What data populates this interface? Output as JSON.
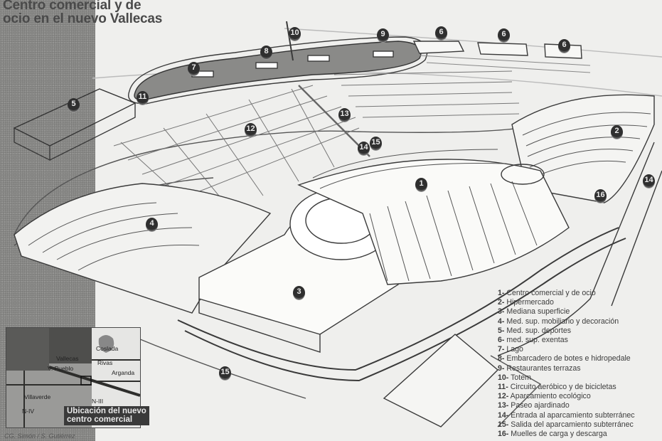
{
  "title": {
    "line1": "Centro comercial y de",
    "line2": "ocio en el nuevo Vallecas"
  },
  "colors": {
    "paper": "#efefed",
    "ink": "#3a3a3a",
    "marker": "#2f2f2f",
    "lake": "#8a8a88",
    "dark_strip": "#8c8c8a"
  },
  "markers": [
    {
      "label": "1",
      "building": "centro-comercial"
    },
    {
      "label": "2",
      "building": "hipermercado"
    },
    {
      "label": "3",
      "building": "mediana-superficie"
    },
    {
      "label": "4",
      "building": "mobiliario-decoracion"
    },
    {
      "label": "5",
      "building": "deportes"
    },
    {
      "label": "6",
      "building": "exentas-a"
    },
    {
      "label": "6",
      "building": "exentas-b"
    },
    {
      "label": "6",
      "building": "exentas-c"
    },
    {
      "label": "7",
      "building": "lago"
    },
    {
      "label": "8",
      "building": "embarcadero"
    },
    {
      "label": "9",
      "building": "restaurantes"
    },
    {
      "label": "10",
      "building": "totem"
    },
    {
      "label": "11",
      "building": "circuito"
    },
    {
      "label": "12",
      "building": "aparcamiento-ecologico"
    },
    {
      "label": "13",
      "building": "paseo"
    },
    {
      "label": "14",
      "building": "entrada-parking-a"
    },
    {
      "label": "15",
      "building": "salida-parking-a"
    },
    {
      "label": "14",
      "building": "entrada-parking-b"
    },
    {
      "label": "15",
      "building": "salida-parking-b"
    },
    {
      "label": "16",
      "building": "muelles"
    }
  ],
  "legend": [
    {
      "num": "1-",
      "text": "Centro comercial y de ocio"
    },
    {
      "num": "2-",
      "text": "Hipermercado"
    },
    {
      "num": "3-",
      "text": "Mediana superficie"
    },
    {
      "num": "4-",
      "text": "Med. sup. mobiliario y decoración"
    },
    {
      "num": "5-",
      "text": "Med. sup. deportes"
    },
    {
      "num": "6-",
      "text": "med. sup. exentas"
    },
    {
      "num": "7-",
      "text": "Lago"
    },
    {
      "num": "8-",
      "text": "Embarcadero de botes e hidropedale"
    },
    {
      "num": "9-",
      "text": "Restaurantes terrazas"
    },
    {
      "num": "10-",
      "text": "Totem"
    },
    {
      "num": "11-",
      "text": "Circuito aeróbico y de bicicletas"
    },
    {
      "num": "12-",
      "text": "Aparcamiento ecológico"
    },
    {
      "num": "13-",
      "text": "Paseo ajardinado"
    },
    {
      "num": "14-",
      "text": "Entrada al aparcamiento subterránec"
    },
    {
      "num": "15-",
      "text": "Salida del aparcamiento subterránec"
    },
    {
      "num": "16-",
      "text": "Muelles de carga y descarga"
    }
  ],
  "minimap": {
    "labels": {
      "vallecas": "Vallecas",
      "pueblo": "V. Pueblo",
      "villaverde": "Villaverde",
      "n4": "N-IV",
      "n3": "N-III",
      "rivas": "Rivas",
      "arganda": "Arganda",
      "coslada": "Coslada"
    },
    "caption_line1": "Ubicación del nuevo",
    "caption_line2": "centro comercial"
  },
  "credit": "CG. Simón / S. Gutiérrez"
}
